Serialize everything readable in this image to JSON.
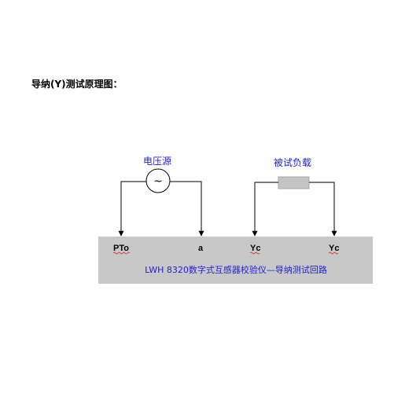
{
  "title": "导纳(Y)测试原理图：",
  "source": {
    "label": "电压源",
    "symbol": "~"
  },
  "load": {
    "label": "被试负载"
  },
  "terminals": [
    "PTo",
    "a",
    "Yc",
    "Yc"
  ],
  "device": {
    "name": "LWH 8320数字式互感器校验仪—导纳测试回路"
  },
  "colors": {
    "label": "#1f1fd6",
    "panel": "#c8c8c8",
    "load_block": "#c4c4c4",
    "spellcheck": "#e02020"
  }
}
